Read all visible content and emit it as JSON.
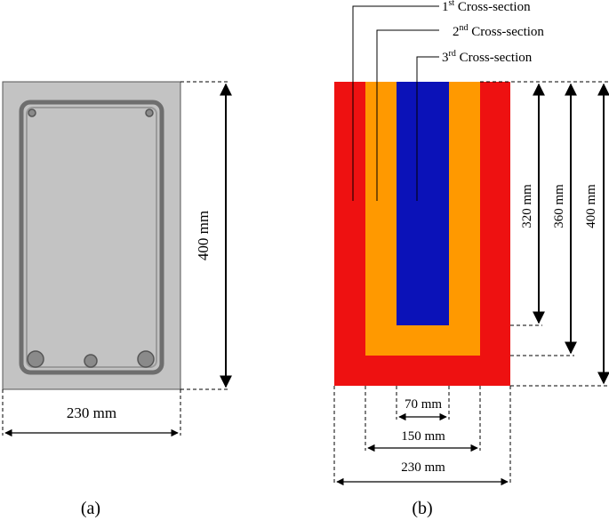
{
  "panel_a": {
    "caption": "(a)",
    "height_label": "400 mm",
    "width_label": "230 mm",
    "colors": {
      "concrete": "#c3c3c3",
      "rebar": "#8a8a8a",
      "rebar_stroke": "#555555"
    }
  },
  "panel_b": {
    "caption": "(b)",
    "sections": [
      {
        "num": "1",
        "sup": "st",
        "rest": " Cross-section",
        "color": "#ee1111"
      },
      {
        "num": "2",
        "sup": "nd",
        "rest": " Cross-section",
        "color": "#ff9900"
      },
      {
        "num": "3",
        "sup": "rd",
        "rest": " Cross-section",
        "color": "#0b12b8"
      }
    ],
    "height_labels": [
      "320 mm",
      "360 mm",
      "400 mm"
    ],
    "width_labels": [
      "70 mm",
      "150 mm",
      "230 mm"
    ]
  }
}
